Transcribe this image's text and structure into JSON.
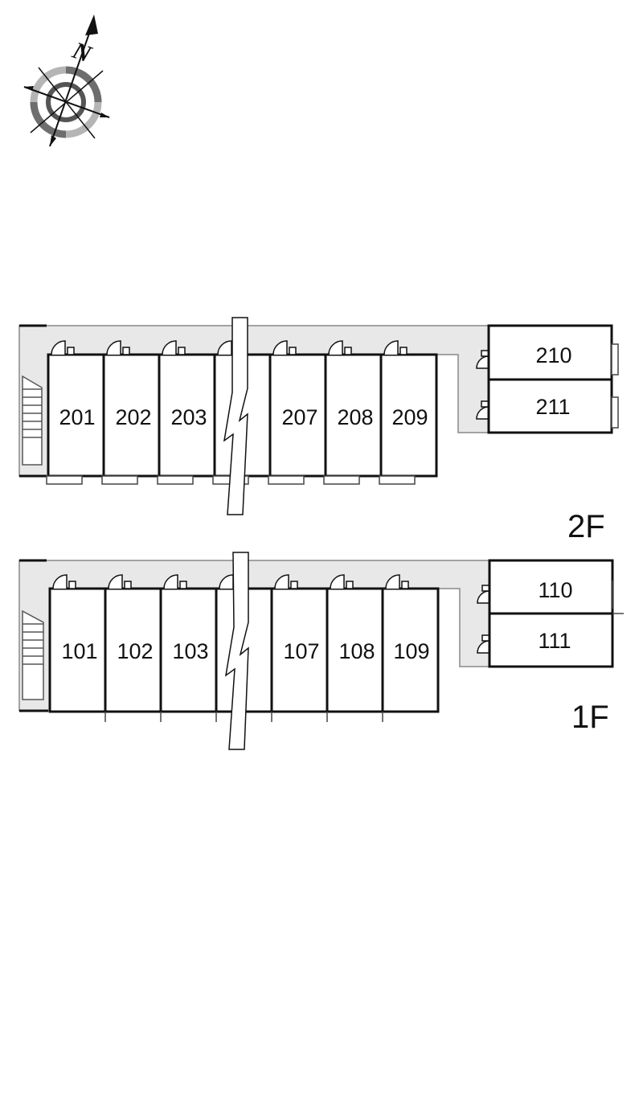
{
  "compass": {
    "letter": "N"
  },
  "colors": {
    "corridor": "#e8e8e8",
    "wall": "#111111",
    "compass_ring": "#9a9a9a"
  },
  "floors": [
    {
      "label": "2F",
      "units_row": [
        {
          "number": "201",
          "key": "u201"
        },
        {
          "number": "202",
          "key": "u202"
        },
        {
          "number": "203",
          "key": "u203"
        },
        {
          "number": "",
          "key": "gap"
        },
        {
          "number": "207",
          "key": "u207"
        },
        {
          "number": "208",
          "key": "u208"
        },
        {
          "number": "209",
          "key": "u209"
        }
      ],
      "units_annex": [
        {
          "number": "210"
        },
        {
          "number": "211"
        }
      ]
    },
    {
      "label": "1F",
      "units_row": [
        {
          "number": "101",
          "key": "u101"
        },
        {
          "number": "102",
          "key": "u102"
        },
        {
          "number": "103",
          "key": "u103"
        },
        {
          "number": "",
          "key": "gap"
        },
        {
          "number": "107",
          "key": "u107"
        },
        {
          "number": "108",
          "key": "u108"
        },
        {
          "number": "109",
          "key": "u109"
        }
      ],
      "units_annex": [
        {
          "number": "110"
        },
        {
          "number": "111"
        }
      ]
    }
  ]
}
